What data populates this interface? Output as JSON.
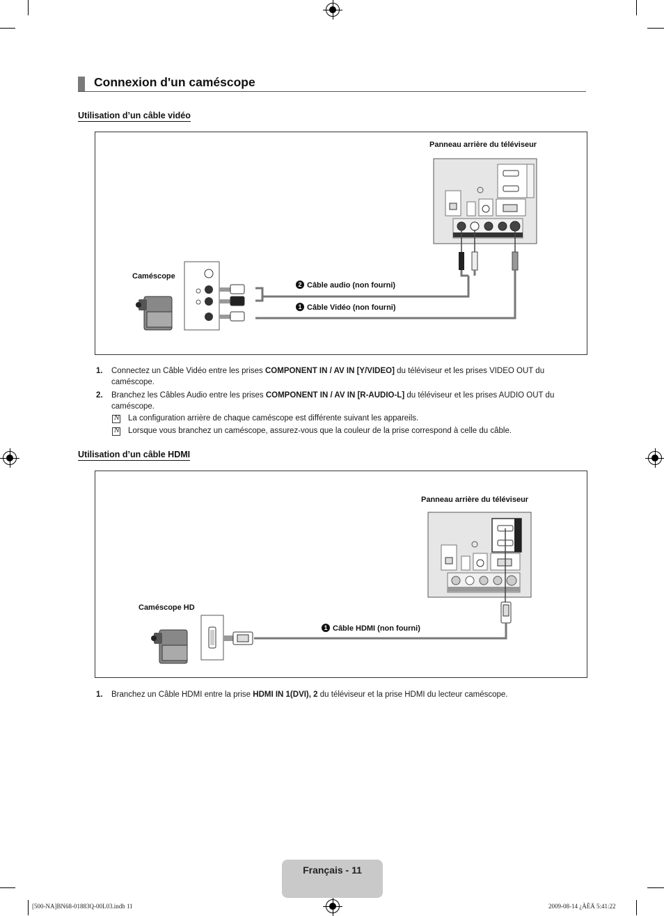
{
  "section": {
    "title": "Connexion d'un caméscope"
  },
  "video": {
    "heading": "Utilisation d’un câble vidéo",
    "tv_panel_label": "Panneau arrière du téléviseur",
    "camcorder_label": "Caméscope",
    "cable_audio": {
      "number": "2",
      "label": "Câble audio (non fourni)"
    },
    "cable_video": {
      "number": "1",
      "label": "Câble Vidéo (non fourni)"
    },
    "steps": [
      {
        "number": "1.",
        "text_a": "Connectez un Câble Vidéo entre les prises ",
        "bold": "COMPONENT IN / AV IN [Y/VIDEO]",
        "text_b": " du téléviseur et les prises VIDEO OUT du caméscope."
      },
      {
        "number": "2.",
        "text_a": "Branchez les Câbles Audio entre les prises ",
        "bold": "COMPONENT IN / AV IN [R-AUDIO-L]",
        "text_b": " du téléviseur et les prises AUDIO OUT du caméscope."
      }
    ],
    "notes": [
      "La configuration arrière de chaque caméscope est différente suivant les appareils.",
      "Lorsque vous branchez un caméscope, assurez-vous que la couleur de la prise correspond à celle du câble."
    ]
  },
  "hdmi": {
    "heading": "Utilisation d’un câble HDMI",
    "tv_panel_label": "Panneau arrière du téléviseur",
    "camcorder_label": "Caméscope HD",
    "cable": {
      "number": "1",
      "label": "Câble HDMI (non fourni)"
    },
    "steps": [
      {
        "number": "1.",
        "text_a": "Branchez un Câble HDMI entre la prise ",
        "bold": "HDMI IN 1(DVI), 2",
        "text_b": " du téléviseur et la prise HDMI du lecteur caméscope."
      }
    ]
  },
  "footer": {
    "page_label": "Français - 11",
    "slug_left": "[500-NA]BN68-01883Q-00L03.indb   11",
    "slug_right": "2009-08-14   ¿ÀÈÄ 5:41:22"
  }
}
